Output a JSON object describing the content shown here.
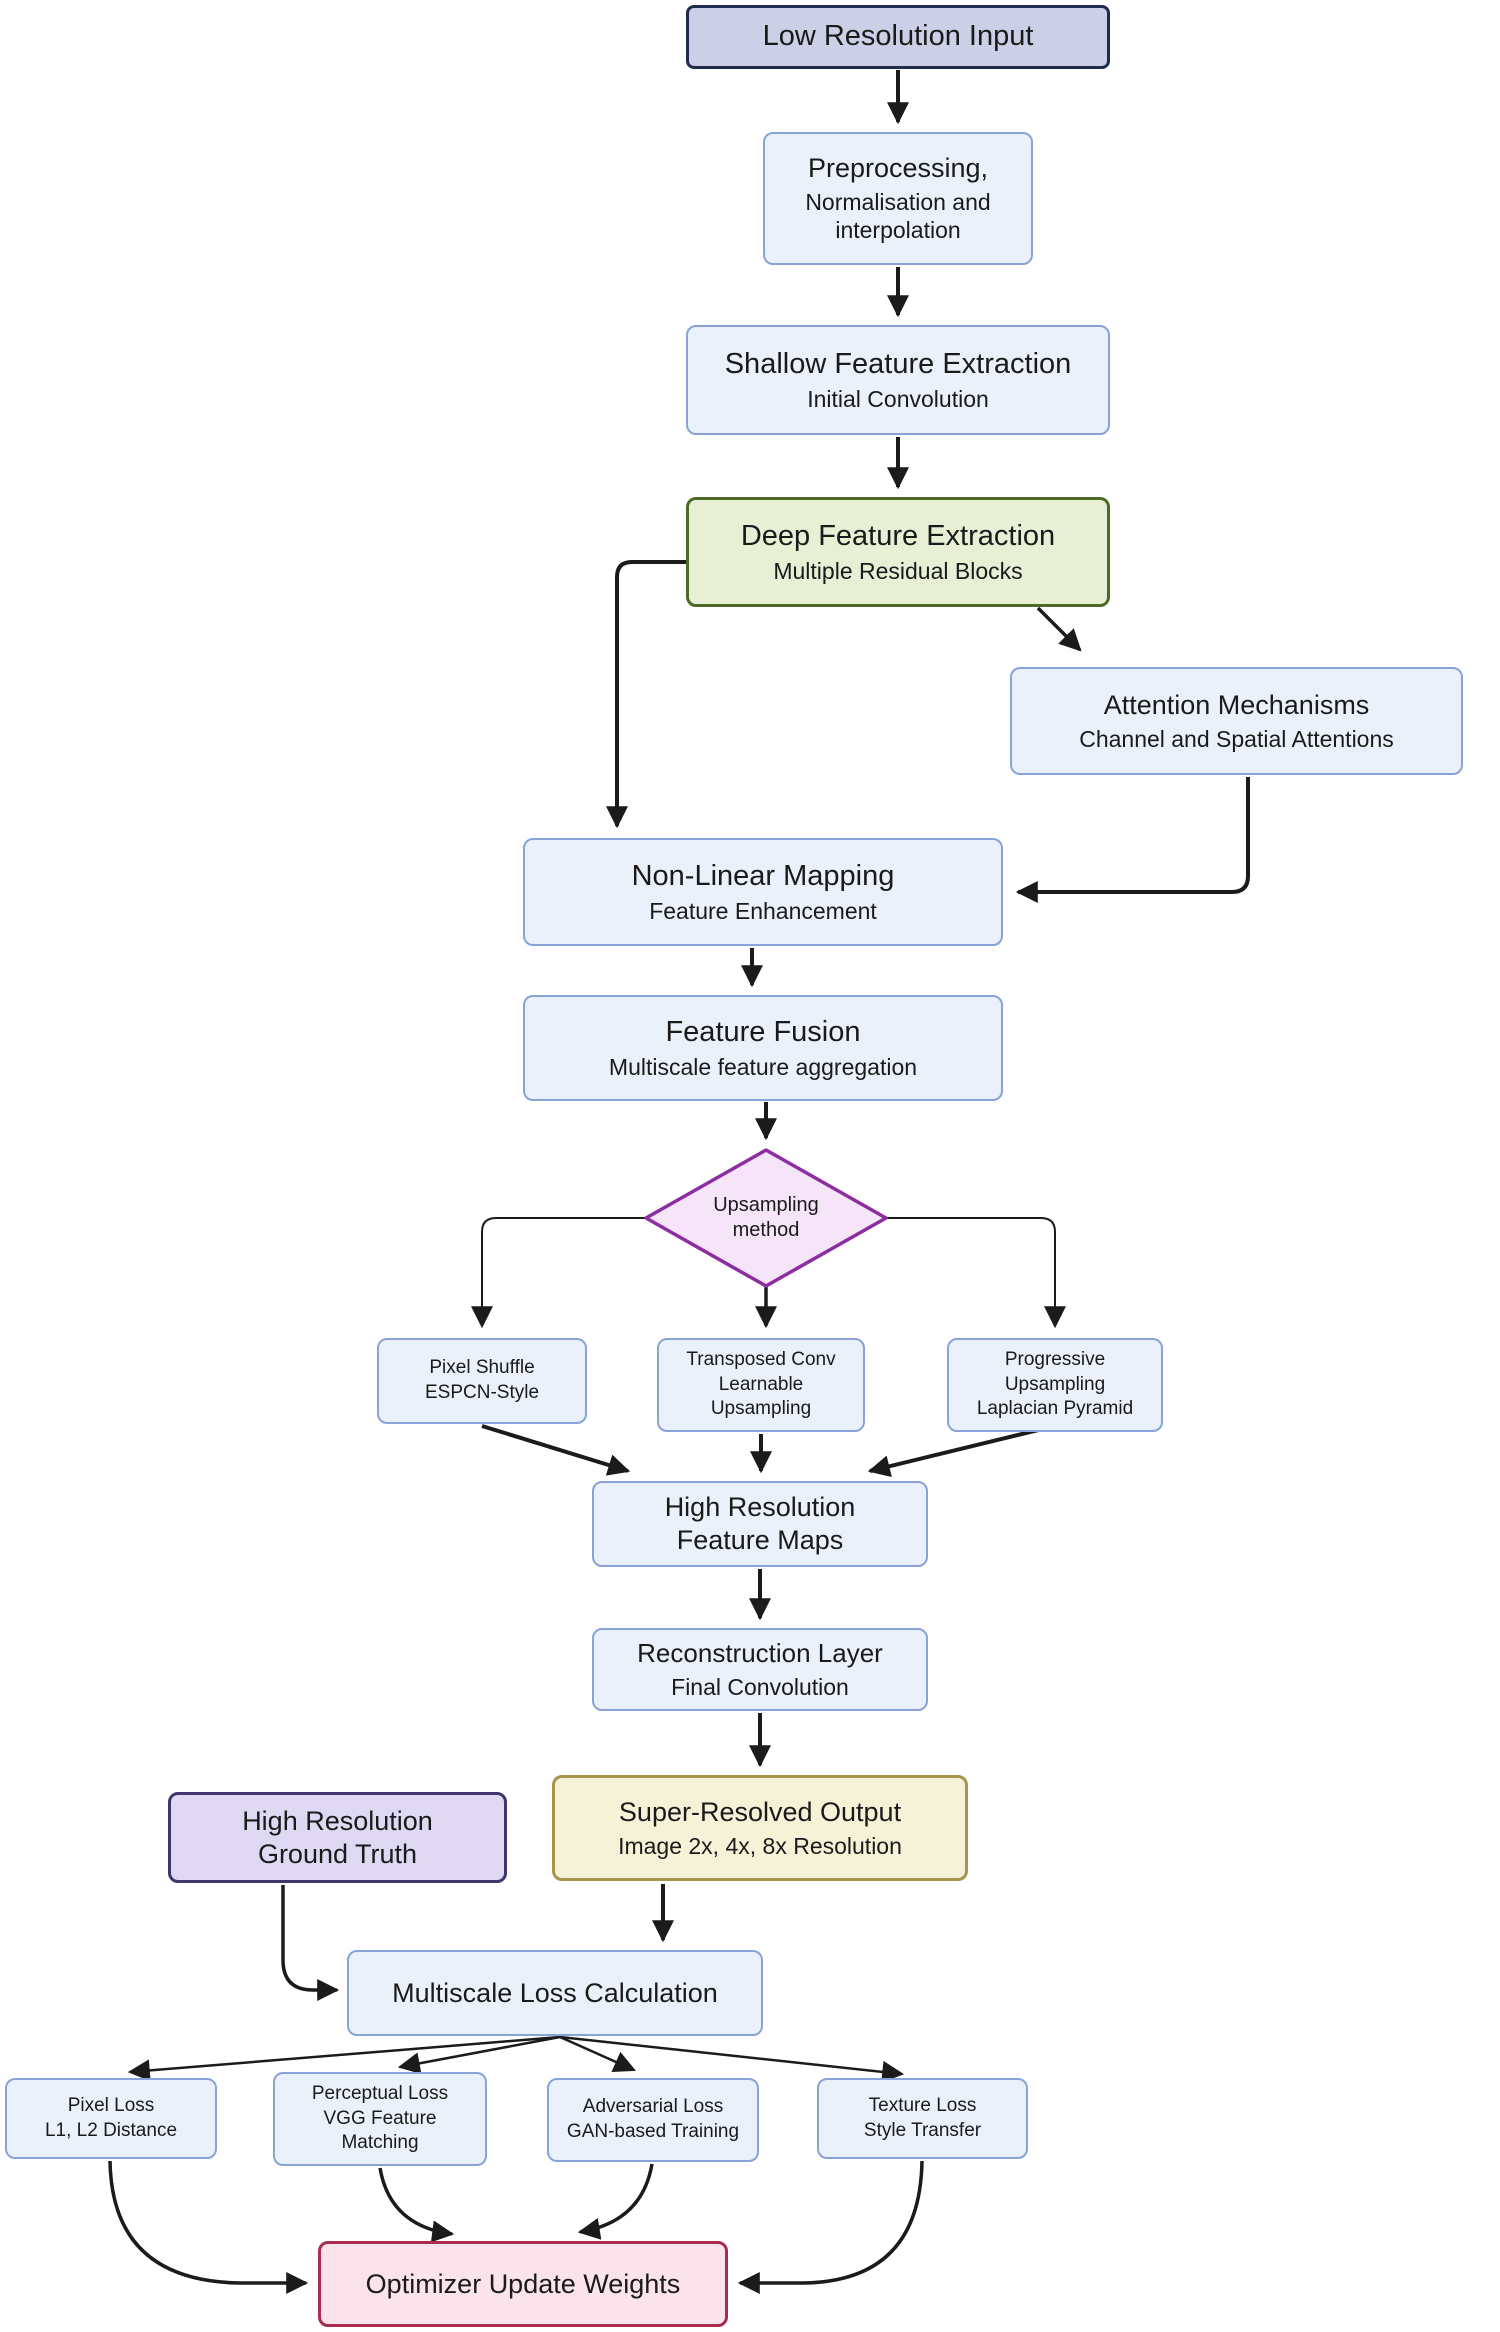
{
  "palette": {
    "node_blue_fill": "#EBF1FA",
    "node_blue_border": "#87A3D8",
    "input_fill": "#CCD0E6",
    "input_border": "#1F2C50",
    "deep_fill": "#E7EFD5",
    "deep_border": "#4E6B26",
    "decision_fill": "#F6E4F9",
    "decision_border": "#8C2DA2",
    "output_fill": "#F6F2D7",
    "output_border": "#A6954A",
    "ground_truth_fill": "#DED8F2",
    "ground_truth_border": "#42356E",
    "optimizer_fill": "#FAE3EA",
    "optimizer_border": "#AA2C4E",
    "arrow": "#1B1B1B"
  },
  "nodes": {
    "low_res_input": {
      "title": "Low Resolution Input"
    },
    "preprocessing": {
      "title": "Preprocessing,",
      "subtitle": "Normalisation and\ninterpolation"
    },
    "shallow_feature_extraction": {
      "title": "Shallow Feature Extraction",
      "subtitle": "Initial Convolution"
    },
    "deep_feature_extraction": {
      "title": "Deep Feature Extraction",
      "subtitle": "Multiple Residual Blocks"
    },
    "attention_mechanisms": {
      "title": "Attention Mechanisms",
      "subtitle": "Channel and Spatial Attentions"
    },
    "non_linear_mapping": {
      "title": "Non-Linear Mapping",
      "subtitle": "Feature Enhancement"
    },
    "feature_fusion": {
      "title": "Feature Fusion",
      "subtitle": "Multiscale feature aggregation"
    },
    "upsampling_decision": {
      "title": "Upsampling\nmethod"
    },
    "pixel_shuffle": {
      "title": "Pixel Shuffle\nESPCN-Style"
    },
    "transposed_conv": {
      "title": "Transposed Conv\nLearnable\nUpsampling"
    },
    "progressive_upsampling": {
      "title": "Progressive\nUpsampling\nLaplacian Pyramid"
    },
    "high_res_feature_maps": {
      "title": "High Resolution\nFeature Maps"
    },
    "reconstruction_layer": {
      "title": "Reconstruction Layer",
      "subtitle": "Final Convolution"
    },
    "super_resolved_output": {
      "title": "Super-Resolved Output",
      "subtitle": "Image 2x, 4x, 8x Resolution"
    },
    "ground_truth": {
      "title": "High Resolution\nGround Truth"
    },
    "multiscale_loss": {
      "title": "Multiscale Loss Calculation"
    },
    "pixel_loss": {
      "title": "Pixel Loss\nL1, L2 Distance"
    },
    "perceptual_loss": {
      "title": "Perceptual Loss\nVGG Feature\nMatching"
    },
    "adversarial_loss": {
      "title": "Adversarial Loss\nGAN-based Training"
    },
    "texture_loss": {
      "title": "Texture Loss\nStyle Transfer"
    },
    "optimizer": {
      "title": "Optimizer Update Weights"
    }
  }
}
